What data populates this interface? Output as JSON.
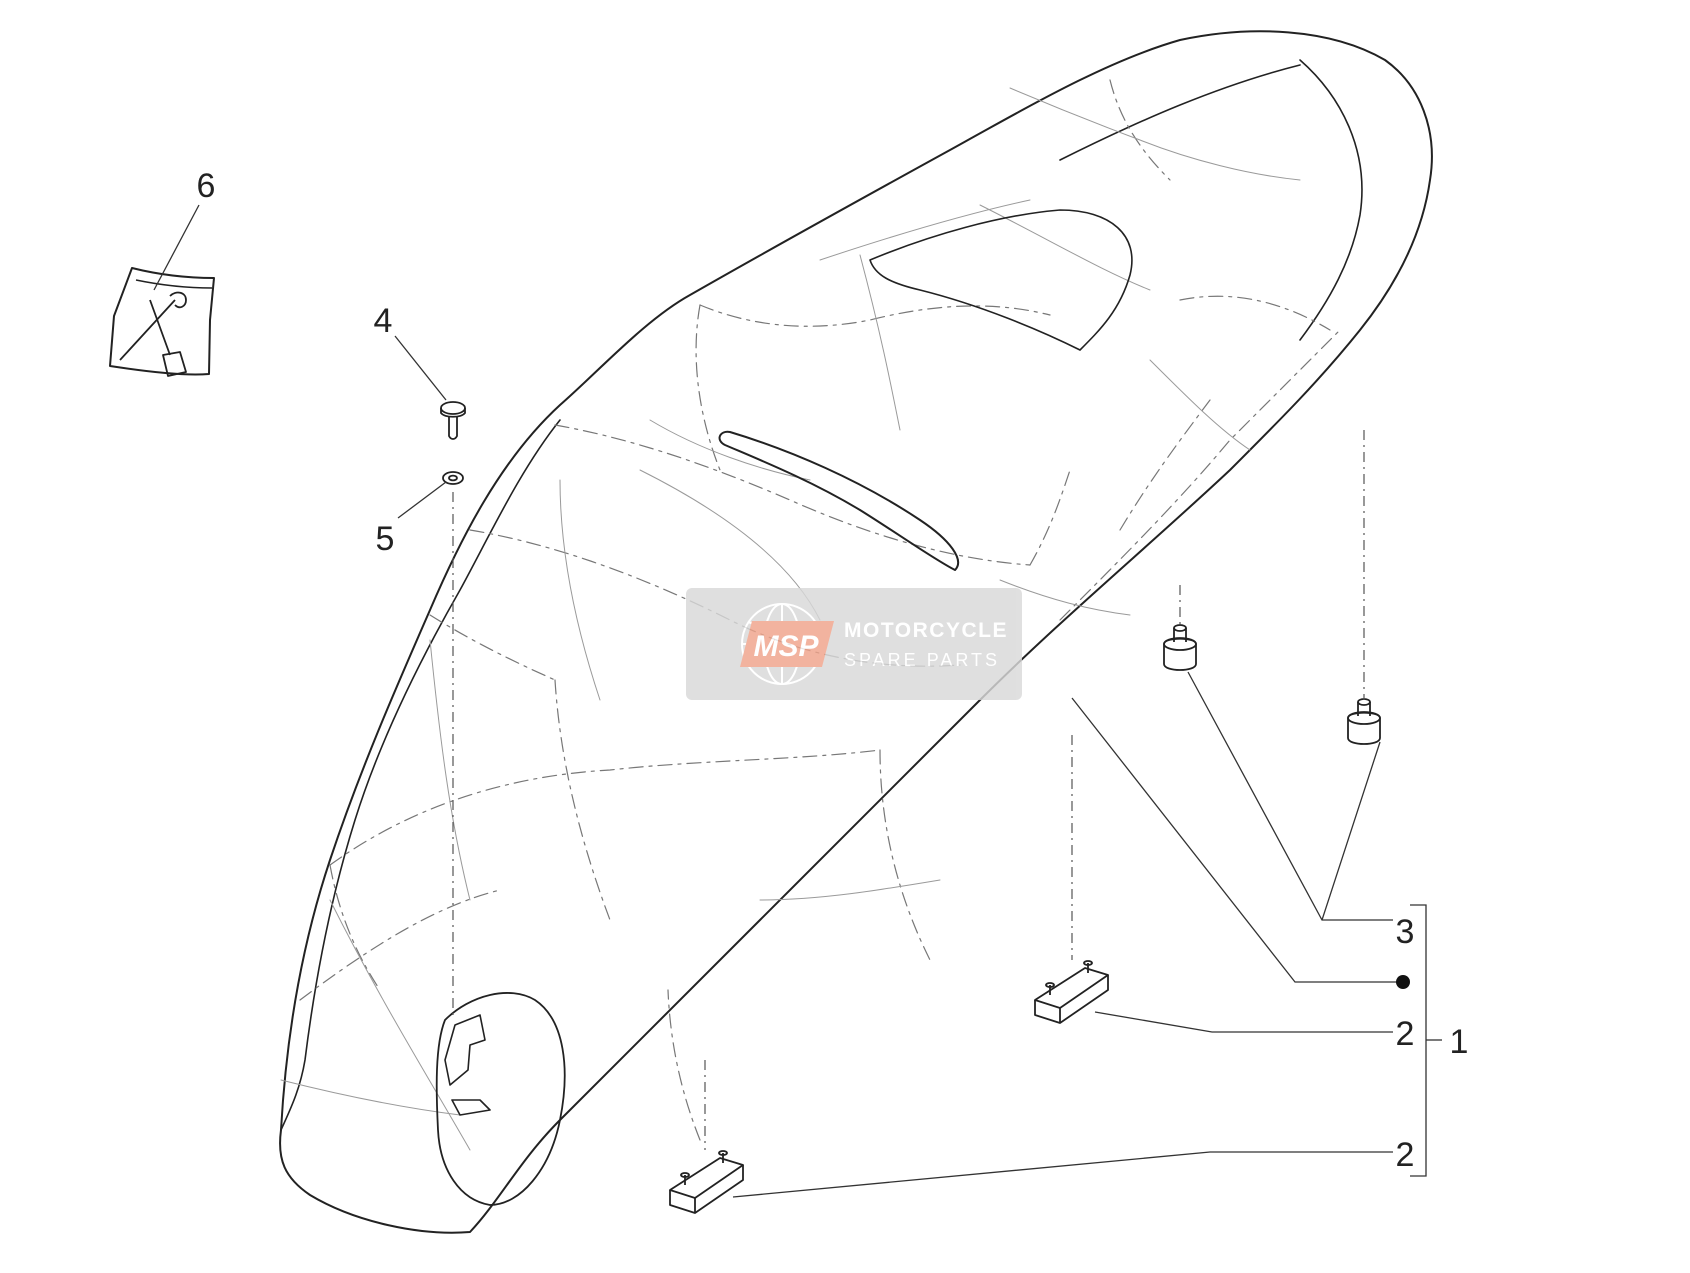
{
  "callouts": {
    "c1": "1",
    "c2a": "2",
    "c2b": "2",
    "c3": "3",
    "c4": "4",
    "c5": "5",
    "c6": "6"
  },
  "watermark": {
    "logo": "MSP",
    "title": "MOTORCYCLE",
    "subtitle": "SPARE PARTS"
  },
  "colors": {
    "line": "#222222",
    "thin": "#9a9a9a",
    "watermark_bg": "#d9d9d9",
    "watermark_logo": "#f0a38a",
    "watermark_text": "#ffffff"
  }
}
